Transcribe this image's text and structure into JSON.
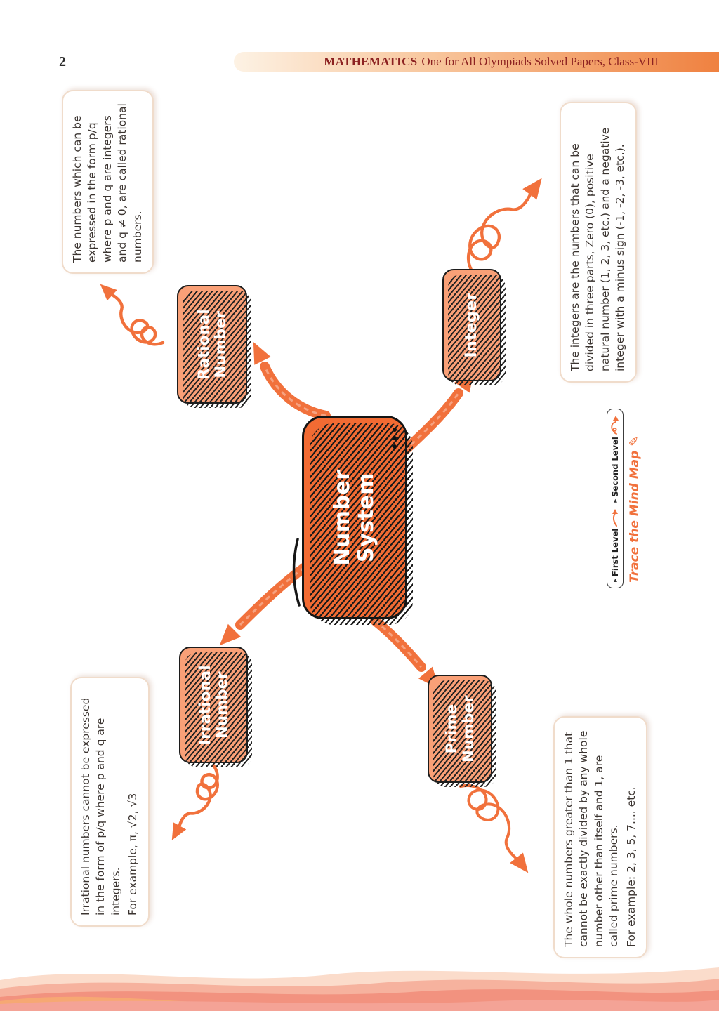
{
  "header": {
    "page_number": "2",
    "subject": "MATHEMATICS",
    "subtitle": "One for All Olympiads Solved Papers, Class-VIII"
  },
  "mindmap": {
    "nodes": {
      "center": "Number\nSystem",
      "rational": "Rational\nNumber",
      "integer": "Integer",
      "irrational": "Irrational\nNumber",
      "prime": "Prime\nNumber"
    },
    "notes": {
      "rational": "The numbers which can be expressed in the form p/q where p and q are integers and q ≠ 0, are called rational numbers.",
      "integer": "The integers are the numbers that can be divided in three parts, Zero (0), positive natural number (1, 2, 3, etc.) and a negative integer with a minus sign (-1, -2, -3, etc.).",
      "irrational_main": "Irrational numbers cannot be expressed in the form of p/q where p and q are integers.",
      "irrational_example": "For example, π, √2, √3",
      "prime_main": "The whole numbers greater than 1 that cannot be exactly divided by any whole number other than itself and 1, are called prime numbers.",
      "prime_example": "For example: 2, 3, 5, 7.... etc."
    },
    "legend": {
      "title": "Trace the Mind Map",
      "pencil_icon": "✎",
      "bullet": "▸",
      "first_level": "First Level",
      "second_level": "Second Level"
    }
  },
  "colors": {
    "accent_orange": "#F1713C",
    "center_fill": "#F26B33",
    "node_fill": "#F9A077",
    "header_text": "#8C2121",
    "wave_pink": "#F4A396"
  }
}
